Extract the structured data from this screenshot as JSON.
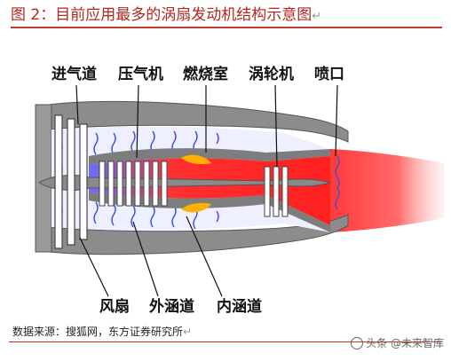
{
  "figure": {
    "title": "图 2：目前应用最多的涡扇发动机结构示意图",
    "title_return_mark": "↵"
  },
  "labels": {
    "top": [
      "进气道",
      "压气机",
      "燃烧室",
      "涡轮机",
      "喷口"
    ],
    "bottom": [
      "风扇",
      "外涵道",
      "内涵道"
    ]
  },
  "source": {
    "text": "数据来源：搜狐网，东方证券研究所",
    "return_mark": "↵"
  },
  "watermark": {
    "text": "头条 @未来智库"
  },
  "colors": {
    "accent_red": "#c0392b",
    "casing_gray": "#8c8c8c",
    "bypass_blue": "#3b4fd8",
    "combustion_red": "#ff2020",
    "flame_orange": "#ffb000"
  }
}
